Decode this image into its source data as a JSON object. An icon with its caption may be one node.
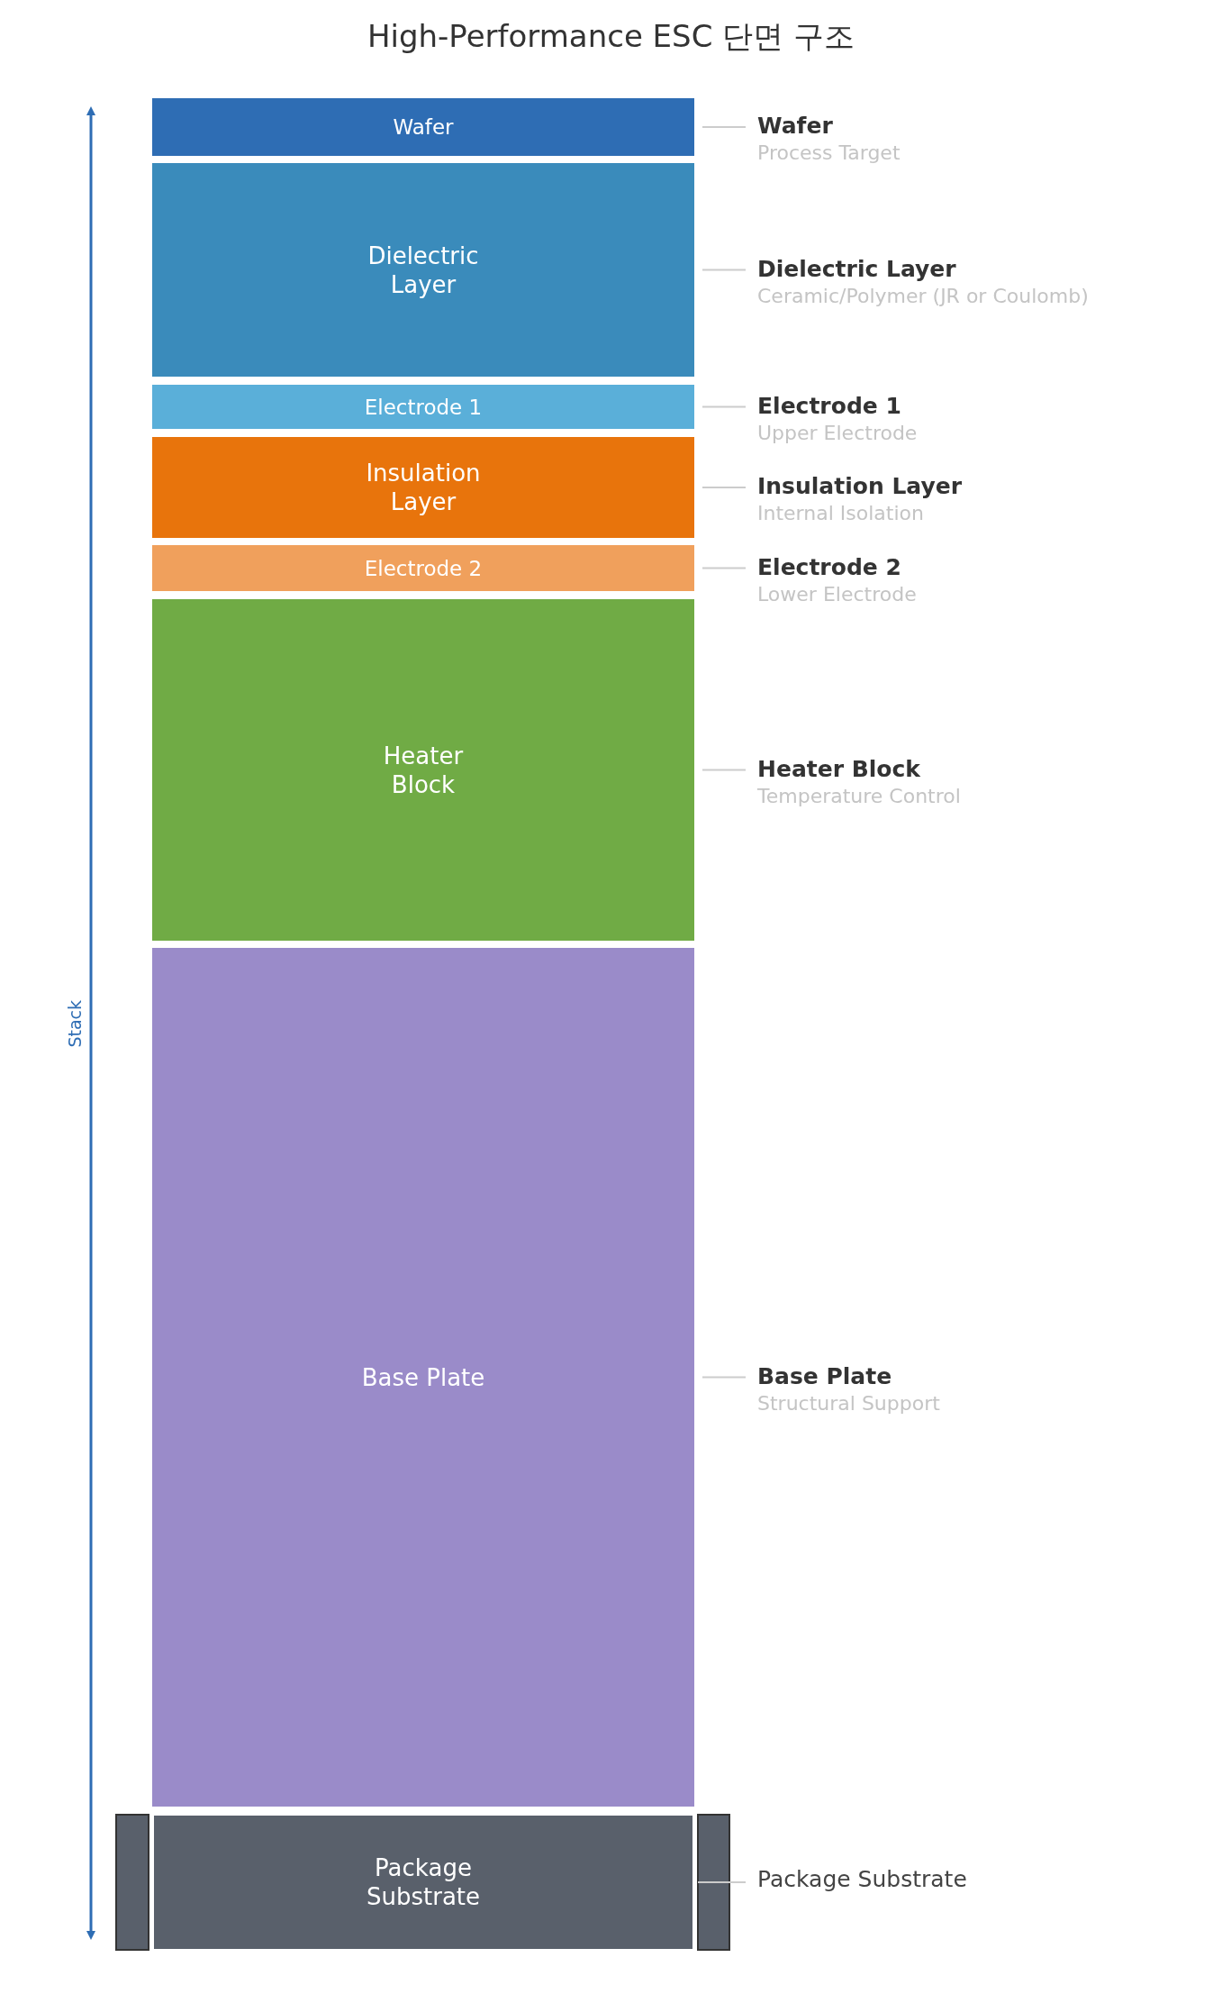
{
  "diagram": {
    "title": "High-Performance ESC 단면 구조",
    "nodes": [
      {
        "text": [
          "Wafer"
        ]
      },
      {
        "text": [
          "Dielectric Layer"
        ]
      },
      {
        "text": [
          "Electrode 1"
        ]
      },
      {
        "text": [
          "Insulation Layer"
        ]
      },
      {
        "text": [
          "Electrode 2"
        ]
      },
      {
        "text": [
          "Heater Block"
        ]
      },
      {
        "text": [
          "Base Plate"
        ]
      },
      {
        "text": [
          "Package Substrate"
        ]
      },
      {
        "text": [
          "Wafer",
          "Process Target"
        ]
      },
      {
        "text": [
          "Dielectric Layer",
          "Ceramic/Polymer (JR or Coulomb)"
        ]
      },
      {
        "text": [
          "Electrode 1",
          "Upper Electrode"
        ]
      },
      {
        "text": [
          "Insulation Layer",
          "Internal Isolation"
        ]
      },
      {
        "text": [
          "Electrode 2",
          "Lower Electrode"
        ]
      },
      {
        "text": [
          "Heater Block",
          "Temperature Control"
        ]
      },
      {
        "text": [
          "Base Plate",
          "Structural Support"
        ]
      },
      {
        "text": [
          "Package Substrate"
        ]
      },
      {
        "text": [],
        "shape": "box"
      },
      {
        "text": [],
        "shape": "box"
      }
    ],
    "edges": [
      {
        "from": 8,
        "to": 0,
        "arrow": "none"
      },
      {
        "from": 9,
        "to": 1,
        "arrow": "none"
      },
      {
        "from": 10,
        "to": 2,
        "arrow": "none"
      },
      {
        "from": 11,
        "to": 3,
        "arrow": "none"
      },
      {
        "from": 12,
        "to": 4,
        "arrow": "none"
      },
      {
        "from": 13,
        "to": 5,
        "arrow": "none"
      },
      {
        "from": 14,
        "to": 6,
        "arrow": "none"
      },
      {
        "from": 15,
        "to": 7,
        "arrow": "none"
      }
    ],
    "labels": [
      "Stack"
    ]
  }
}
